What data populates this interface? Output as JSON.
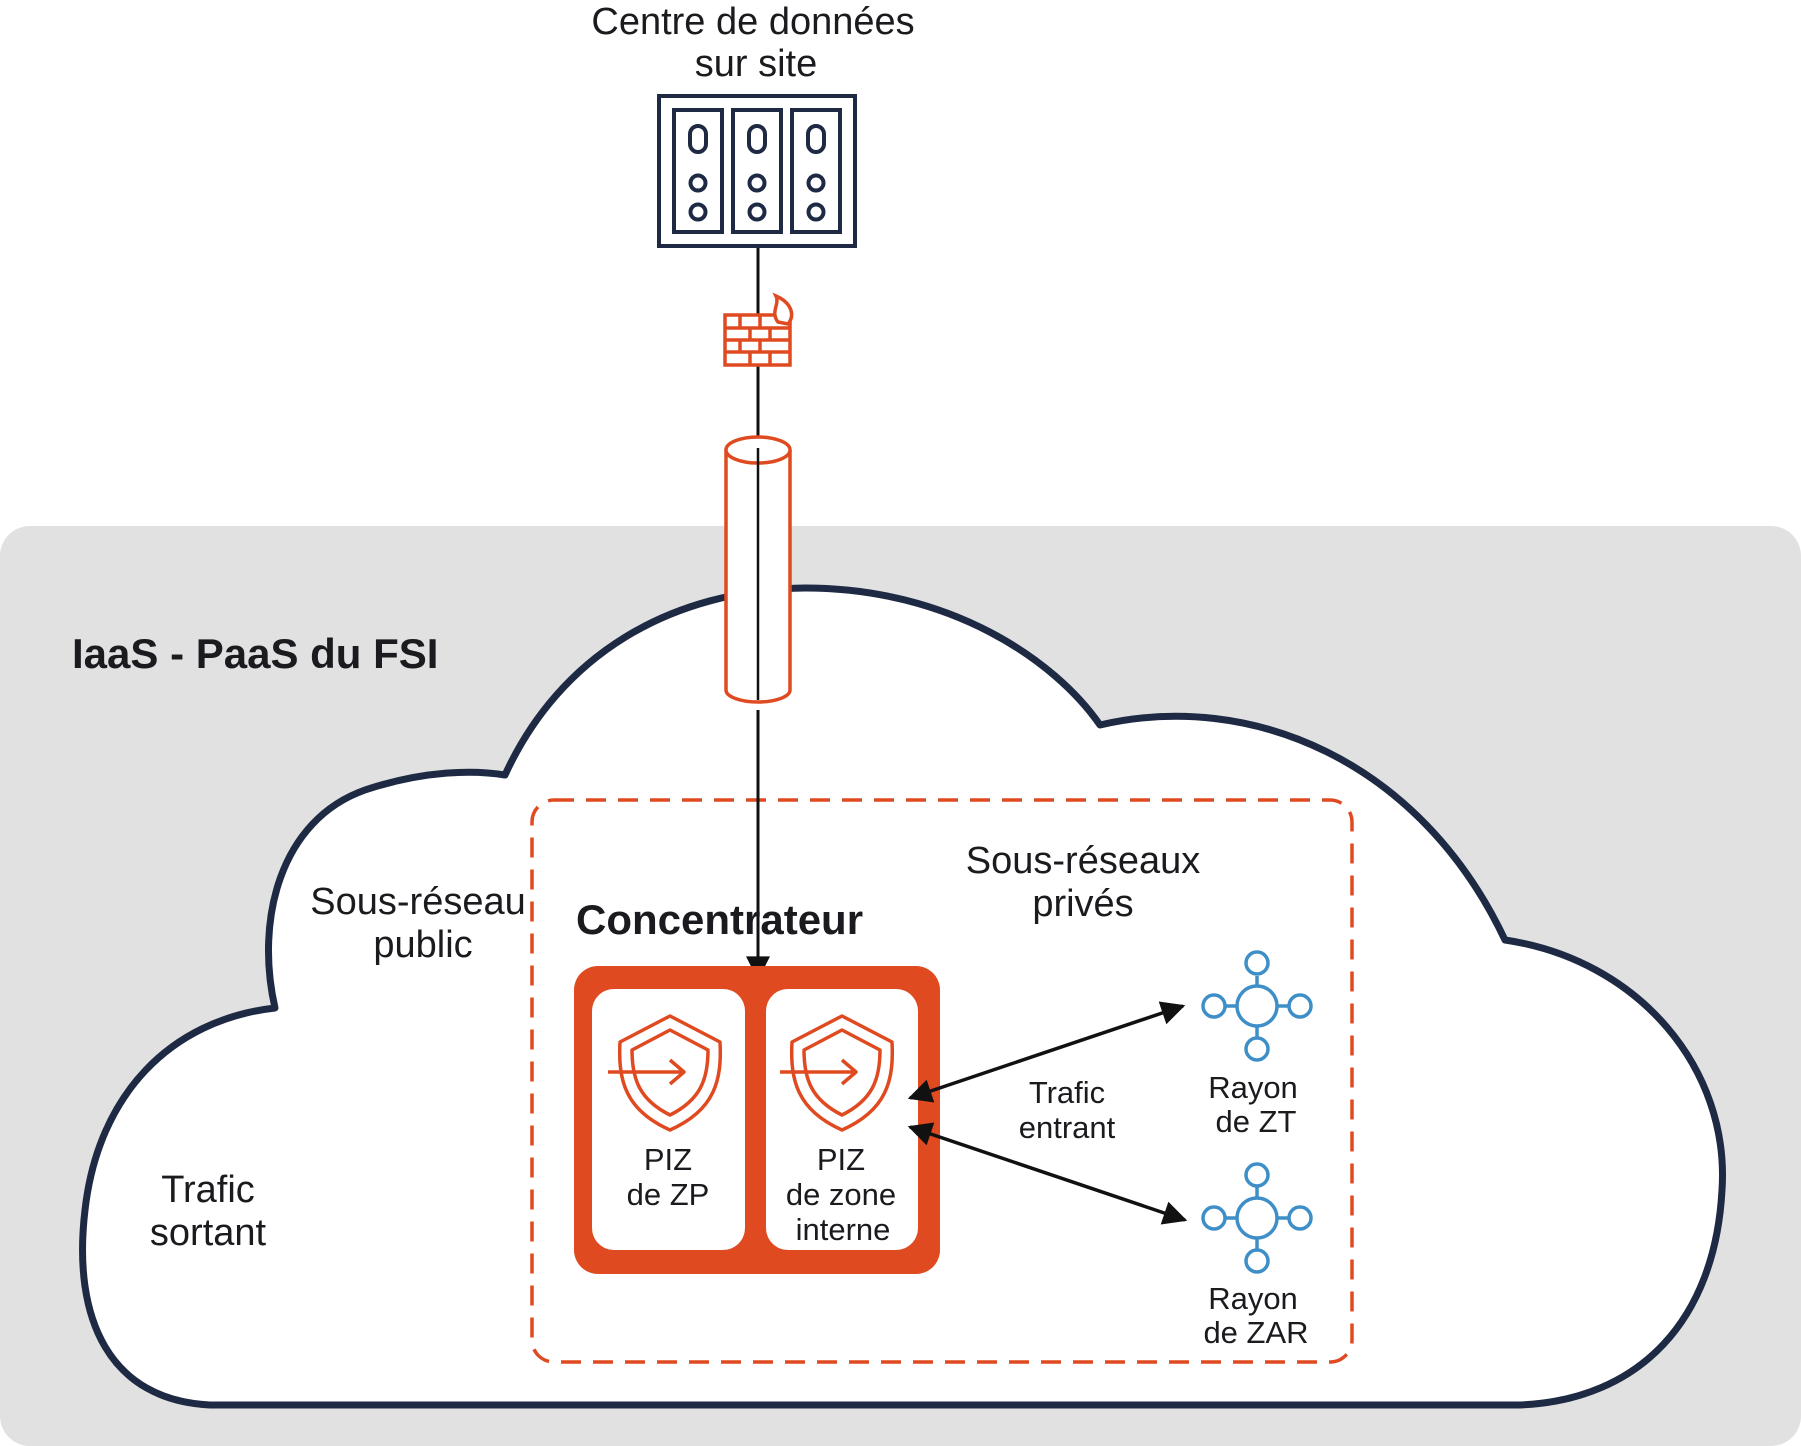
{
  "datacenter": {
    "title_line1": "Centre de données",
    "title_line2": "sur site"
  },
  "platform": {
    "title": "IaaS - PaaS du FSI"
  },
  "public_subnet": {
    "line1": "Sous-réseau",
    "line2": "public"
  },
  "private_subnets": {
    "line1": "Sous-réseaux",
    "line2": "privés"
  },
  "hub": {
    "title": "Concentrateur",
    "piz_zp": {
      "line1": "PIZ",
      "line2": "de ZP"
    },
    "piz_internal": {
      "line1": "PIZ",
      "line2": "de zone",
      "line3": "interne"
    }
  },
  "inbound": {
    "line1": "Trafic",
    "line2": "entrant"
  },
  "outbound": {
    "line1": "Trafic",
    "line2": "sortant"
  },
  "spokes": {
    "zt": {
      "line1": "Rayon",
      "line2": "de ZT"
    },
    "zar": {
      "line1": "Rayon",
      "line2": "de ZAR"
    }
  },
  "colors": {
    "navy": "#1e2a44",
    "orange": "#e04a21",
    "blue": "#3e8fc7",
    "panel_gray": "#e0e1e0"
  },
  "icons": [
    "server-rack-icon",
    "firewall-icon",
    "tunnel-icon",
    "shield-arrow-icon",
    "hub-spoke-network-icon"
  ]
}
